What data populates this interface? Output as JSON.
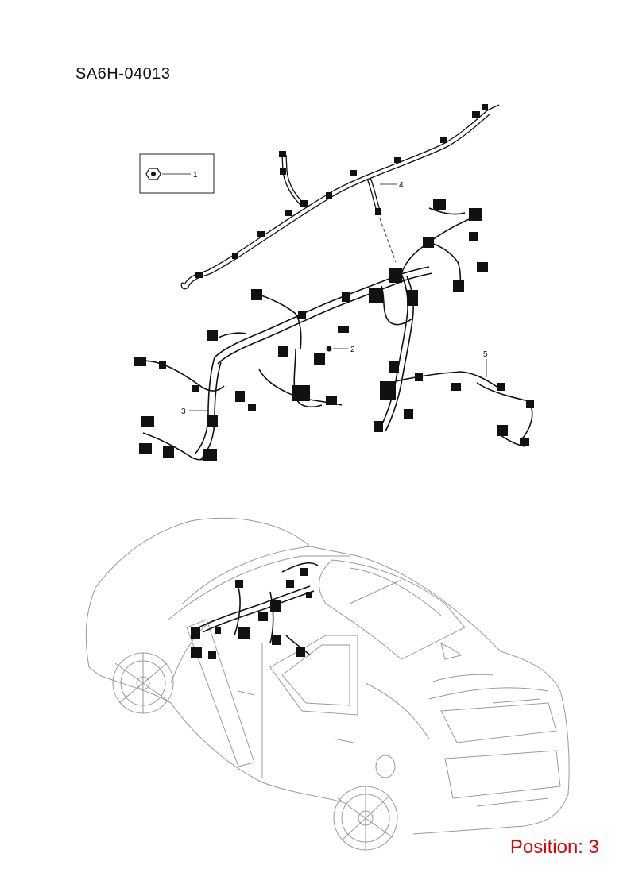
{
  "diagram": {
    "part_code": "SA6H-04013",
    "position_label": "Position: 3",
    "callouts": [
      "1",
      "2",
      "3",
      "4",
      "5"
    ]
  }
}
